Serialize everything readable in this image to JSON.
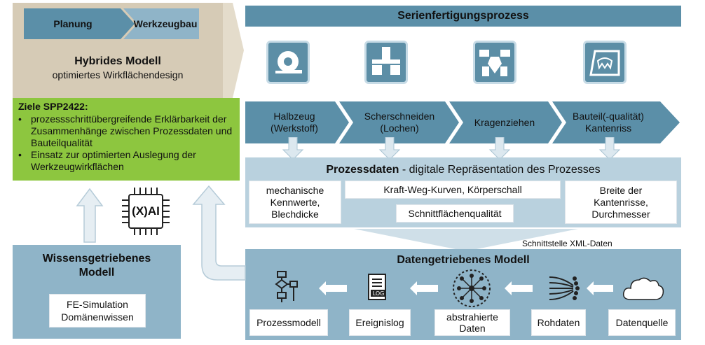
{
  "header": {
    "phase1": "Planung",
    "phase2": "Werkzeugbau",
    "serienprozess": "Serienfertigungsprozess"
  },
  "hybrid": {
    "title": "Hybrides Modell",
    "subtitle": "optimiertes Wirkflächendesign"
  },
  "goals": {
    "title": "Ziele SPP2422:",
    "items": [
      "prozessschrittübergreifende Erklärbarkeit der Zusammenhänge zwischen Prozessdaten und Bauteilqualität",
      "Einsatz zur optimierten Auslegung der Werkzeugwirkflächen"
    ]
  },
  "chip": {
    "label": "(X)AI"
  },
  "process_steps": [
    {
      "label": "Halbzeug (Werkstoff)",
      "icon": "coil-icon"
    },
    {
      "label": "Scherschneiden (Lochen)",
      "icon": "shear-cutting-icon"
    },
    {
      "label": "Kragenziehen",
      "icon": "collar-drawing-icon"
    },
    {
      "label": "Bauteil(-qualität) Kantenriss",
      "icon": "part-quality-icon"
    }
  ],
  "prozessdaten": {
    "title_bold": "Prozessdaten",
    "title_rest": " - digitale Repräsentation des Prozesses",
    "col1": "mechanische Kennwerte, Blechdicke",
    "col2a": "Kraft-Weg-Kurven, Körperschall",
    "col2b": "Schnittflächenqualität",
    "col3": "Breite der Kantenrisse, Durchmesser"
  },
  "interface_label": "Schnittstelle XML-Daten",
  "wissen": {
    "title": "Wissensgetriebenes Modell",
    "content": "FE-Simulation Domänenwissen"
  },
  "daten_modell": {
    "title": "Datengetriebenes Modell",
    "steps": [
      {
        "label": "Prozessmodell",
        "icon": "flowchart-icon"
      },
      {
        "label": "Ereignislog",
        "icon": "log-file-icon"
      },
      {
        "label": "abstrahierte Daten",
        "icon": "neural-network-icon"
      },
      {
        "label": "Rohdaten",
        "icon": "data-streams-icon"
      },
      {
        "label": "Datenquelle",
        "icon": "cloud-icon"
      }
    ]
  },
  "colors": {
    "beige": "#d6cbb6",
    "teal_dark": "#5b8fa8",
    "teal_light": "#8fb4c8",
    "panel_light": "#b9d1de",
    "green": "#8dc63f"
  }
}
